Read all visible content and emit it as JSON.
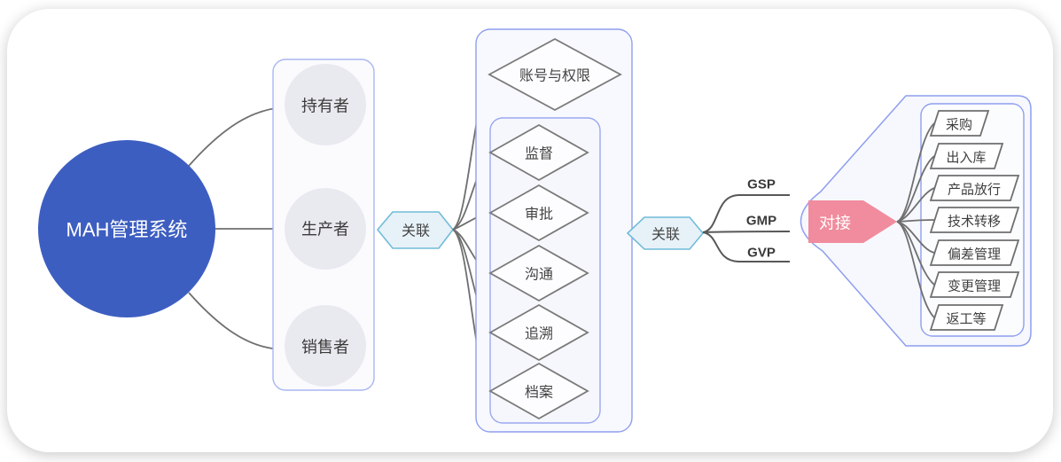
{
  "root": {
    "label": "MAH管理系统"
  },
  "roles": {
    "items": [
      {
        "label": "持有者"
      },
      {
        "label": "生产者"
      },
      {
        "label": "销售者"
      }
    ]
  },
  "link1": {
    "label": "关联"
  },
  "link2": {
    "label": "关联"
  },
  "functions": {
    "top": {
      "label": "账号与权限"
    },
    "items": [
      {
        "label": "监督"
      },
      {
        "label": "审批"
      },
      {
        "label": "沟通"
      },
      {
        "label": "追溯"
      },
      {
        "label": "档案"
      }
    ]
  },
  "standards": {
    "items": [
      {
        "label": "GSP"
      },
      {
        "label": "GMP"
      },
      {
        "label": "GVP"
      }
    ]
  },
  "docking": {
    "label": "对接"
  },
  "modules": {
    "items": [
      {
        "label": "采购"
      },
      {
        "label": "出入库"
      },
      {
        "label": "产品放行"
      },
      {
        "label": "技术转移"
      },
      {
        "label": "偏差管理"
      },
      {
        "label": "变更管理"
      },
      {
        "label": "返工等"
      }
    ]
  },
  "colors": {
    "root_fill": "#3d5ec1",
    "role_circle_fill": "#e9e9f0",
    "group_fill": "#f8f9fe",
    "container_border": "#8e9eee",
    "hexagon_fill": "#e7f1f8",
    "hexagon_border": "#70bcd9",
    "docking_fill": "#f08c9d",
    "connector": "#6f6f6f"
  }
}
